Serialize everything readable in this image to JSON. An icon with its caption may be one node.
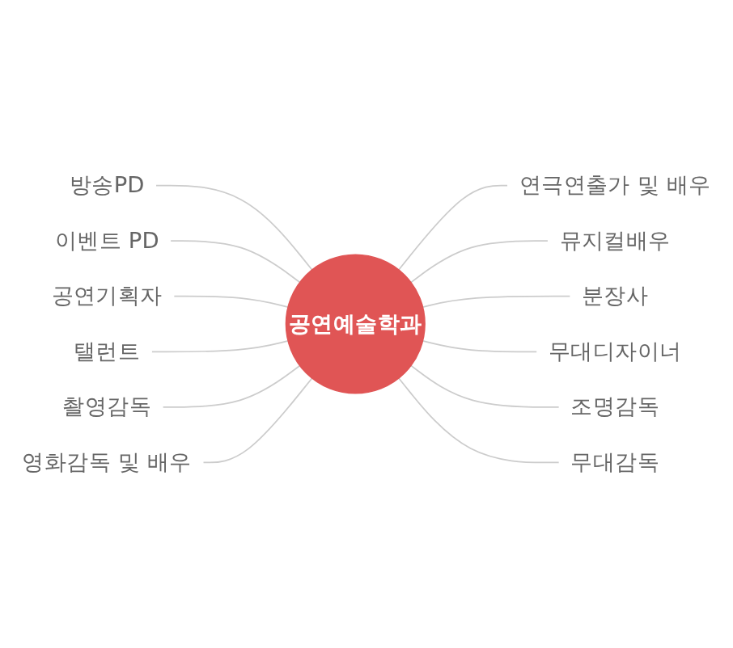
{
  "diagram": {
    "nodes": [
      {
        "text": [
          "공연예술학과"
        ]
      },
      {
        "text": [
          "연극연출가 및 배우"
        ]
      },
      {
        "text": [
          "뮤지컬배우"
        ]
      },
      {
        "text": [
          "분장사"
        ]
      },
      {
        "text": [
          "무대디자이너"
        ]
      },
      {
        "text": [
          "조명감독"
        ]
      },
      {
        "text": [
          "무대감독"
        ]
      },
      {
        "text": [
          "방송PD"
        ]
      },
      {
        "text": [
          "이벤트 PD"
        ]
      },
      {
        "text": [
          "공연기획자"
        ]
      },
      {
        "text": [
          "탤런트"
        ]
      },
      {
        "text": [
          "촬영감독"
        ]
      },
      {
        "text": [
          "영화감독 및 배우"
        ]
      }
    ],
    "edges": [
      {
        "from": 0,
        "to": 1,
        "arrow": "none"
      },
      {
        "from": 0,
        "to": 2,
        "arrow": "none"
      },
      {
        "from": 0,
        "to": 3,
        "arrow": "none"
      },
      {
        "from": 0,
        "to": 4,
        "arrow": "none"
      },
      {
        "from": 0,
        "to": 5,
        "arrow": "none"
      },
      {
        "from": 0,
        "to": 6,
        "arrow": "none"
      },
      {
        "from": 7,
        "to": 0,
        "arrow": "none"
      },
      {
        "from": 8,
        "to": 0,
        "arrow": "none"
      },
      {
        "from": 9,
        "to": 0,
        "arrow": "none"
      },
      {
        "from": 10,
        "to": 0,
        "arrow": "none"
      },
      {
        "from": 11,
        "to": 0,
        "arrow": "none"
      },
      {
        "from": 12,
        "to": 0,
        "arrow": "none"
      }
    ]
  }
}
